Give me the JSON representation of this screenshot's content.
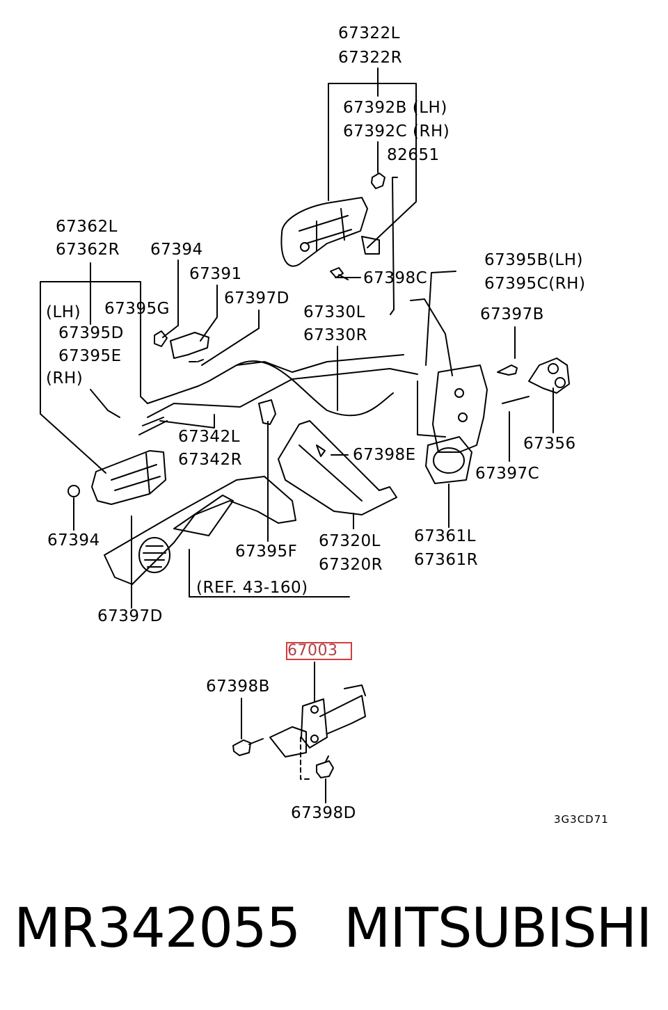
{
  "labels": {
    "l67322L": "67322L",
    "l67322R": "67322R",
    "l67392B": "67392B (LH)",
    "l67392C": "67392C (RH)",
    "l82651": "82651",
    "l67362L": "67362L",
    "l67362R": "67362R",
    "l67394a": "67394",
    "l67391": "67391",
    "l67397Da": "67397D",
    "l67398C": "67398C",
    "l67395B": "67395B(LH)",
    "l67395C": "67395C(RH)",
    "lLH": "(LH)",
    "l67395G": "67395G",
    "l67395D": "67395D",
    "l67395E": "67395E",
    "lRH": "(RH)",
    "l67330L": "67330L",
    "l67330R": "67330R",
    "l67397B": "67397B",
    "l67342L": "67342L",
    "l67342R": "67342R",
    "l67398E": "67398E",
    "l67356": "67356",
    "l67397C": "67397C",
    "l67394b": "67394",
    "l67395F": "67395F",
    "l67320L": "67320L",
    "l67320R": "67320R",
    "l67361L": "67361L",
    "l67361R": "67361R",
    "lREF": "(REF. 43-160)",
    "l67397Db": "67397D",
    "l67003": "67003",
    "l67398B": "67398B",
    "l67398D": "67398D",
    "lCode": "3G3CD71"
  },
  "footer": {
    "part_number": "MR342055",
    "brand": "MITSUBISHI"
  },
  "highlight_color": "#d23c3c"
}
